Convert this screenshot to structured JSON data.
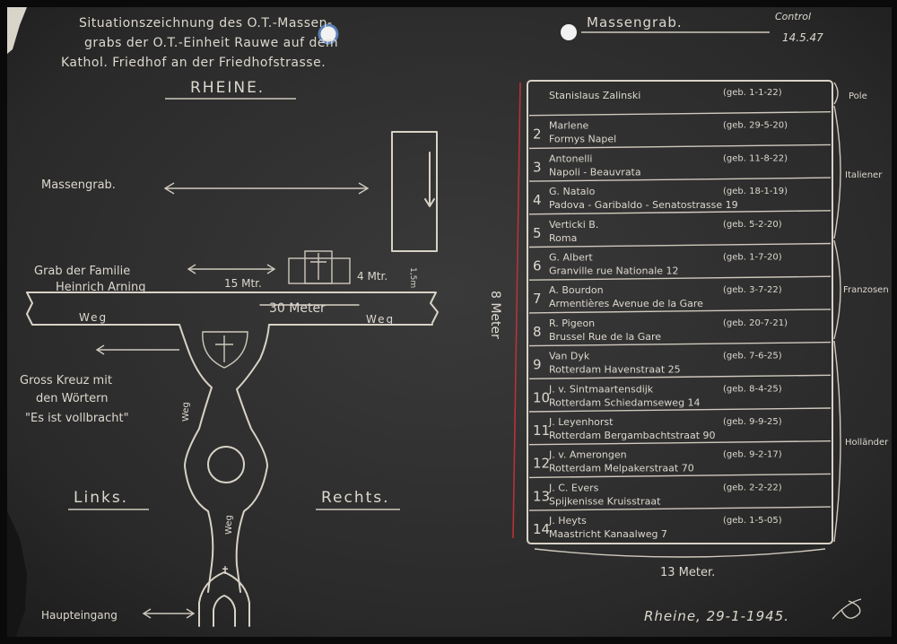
{
  "title": {
    "line1": "Situationszeichnung des O.T.-Massen-",
    "line2": "grabs der O.T.-Einheit Rauwe auf dem",
    "line3": "Kathol. Friedhof an der Friedhofstrasse.",
    "city": "RHEINE."
  },
  "right_title": "Massengrab.",
  "corner_note": {
    "word": "Control",
    "date": "14.5.47"
  },
  "labels": {
    "massengrab": "Massengrab.",
    "grave_family_1": "Grab der Familie",
    "grave_family_2": "Heinrich Arning",
    "dist_15": "15 Mtr.",
    "dist_4": "4 Mtr.",
    "dist_30": "30 Meter",
    "weg_left": "Weg",
    "weg_right": "Weg",
    "weg_path_1": "Weg",
    "weg_path_2": "Weg",
    "cross_1": "Gross Kreuz mit",
    "cross_2": "den Wörtern",
    "cross_3": "\"Es ist vollbracht\"",
    "links": "Links.",
    "rechts": "Rechts.",
    "haupteingang": "Haupteingang",
    "meter_vertical": "8 Meter",
    "meter_bottom": "13 Meter.",
    "dim_small": "1,5m",
    "signature_place_date": "Rheine, 29-1-1945."
  },
  "nationalities": [
    "Pole",
    "Italiener",
    "Franzosen",
    "Holländer"
  ],
  "graves": [
    {
      "num": "",
      "line1": "Stanislaus  Zalinski",
      "born": "(geb. 1-1-22)",
      "line2": ""
    },
    {
      "num": "2",
      "line1": "Marlene",
      "born": "(geb. 29-5-20)",
      "line2": "Formys  Napel"
    },
    {
      "num": "3",
      "line1": "Antonelli",
      "born": "(geb. 11-8-22)",
      "line2": "Napoli - Beauvrata"
    },
    {
      "num": "4",
      "line1": "G. Natalo",
      "born": "(geb. 18-1-19)",
      "line2": "Padova - Garibaldo - Senatostrasse 19"
    },
    {
      "num": "5",
      "line1": "Verticki  B.",
      "born": "(geb. 5-2-20)",
      "line2": "Roma"
    },
    {
      "num": "6",
      "line1": "G. Albert",
      "born": "(geb. 1-7-20)",
      "line2": "Granville       rue Nationale 12"
    },
    {
      "num": "7",
      "line1": "A. Bourdon",
      "born": "(geb. 3-7-22)",
      "line2": "Armentières   Avenue de la Gare"
    },
    {
      "num": "8",
      "line1": "R. Pigeon",
      "born": "(geb. 20-7-21)",
      "line2": "Brussel        Rue de la Gare"
    },
    {
      "num": "9",
      "line1": "Van Dyk",
      "born": "(geb. 7-6-25)",
      "line2": "Rotterdam    Havenstraat 25"
    },
    {
      "num": "10",
      "line1": "J. v. Sintmaartensdijk",
      "born": "(geb. 8-4-25)",
      "line2": "Rotterdam   Schiedamseweg 14"
    },
    {
      "num": "11",
      "line1": "J. Leyenhorst",
      "born": "(geb. 9-9-25)",
      "line2": "Rotterdam    Bergambachtstraat 90"
    },
    {
      "num": "12",
      "line1": "J. v. Amerongen",
      "born": "(geb. 9-2-17)",
      "line2": "Rotterdam    Melpakerstraat 70"
    },
    {
      "num": "13",
      "line1": "J. C. Evers",
      "born": "(geb. 2-2-22)",
      "line2": "Spijkenisse  Kruisstraat"
    },
    {
      "num": "14",
      "line1": "J. Heyts",
      "born": "(geb. 1-5-05)",
      "line2": "Maastricht    Kanaalweg 7"
    }
  ],
  "colors": {
    "paper": "#2c2c2c",
    "chalk": "#d8d2c6",
    "margin_line": "#b8323a"
  }
}
